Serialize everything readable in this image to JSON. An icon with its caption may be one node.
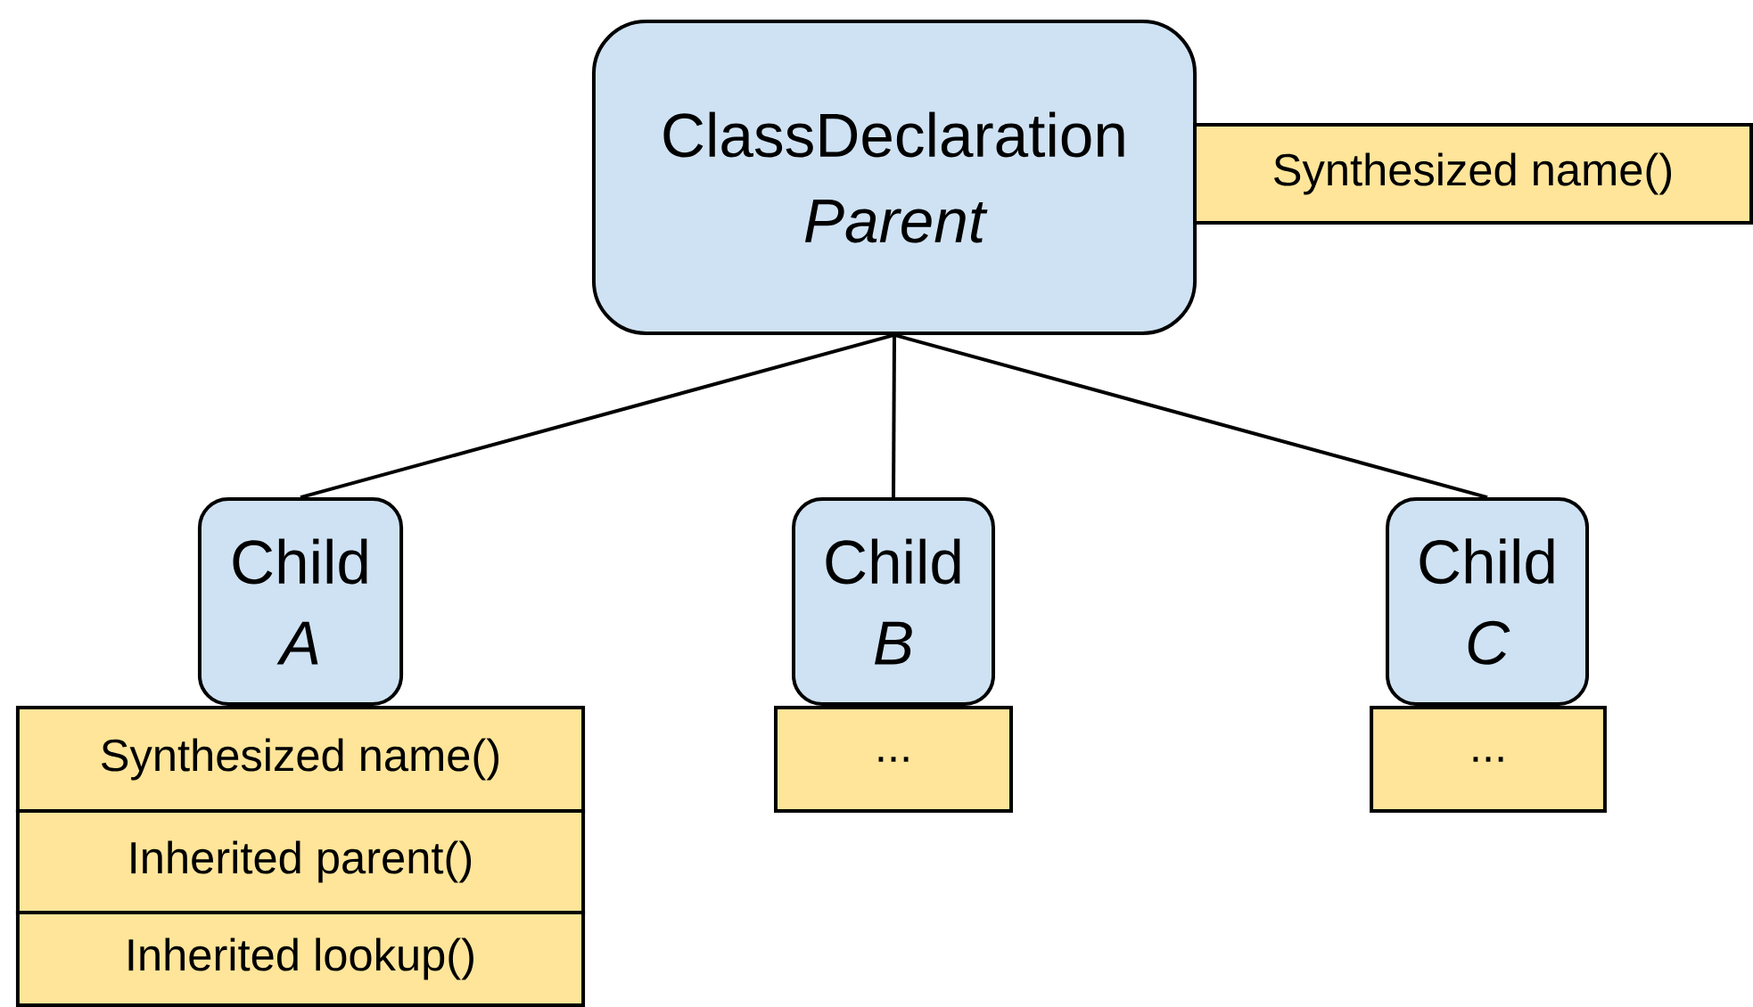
{
  "diagram": {
    "nodes": [
      {
        "text": [
          "ClassDeclaration",
          "Parent"
        ]
      },
      {
        "text": [
          "Synthesized name()"
        ]
      },
      {
        "text": [
          "Child",
          "A"
        ]
      },
      {
        "text": [
          "Child",
          "B"
        ]
      },
      {
        "text": [
          "Child",
          "C"
        ]
      },
      {
        "text": [
          "Synthesized name()"
        ]
      },
      {
        "text": [
          "Inherited parent()"
        ]
      },
      {
        "text": [
          "Inherited lookup()"
        ]
      },
      {
        "text": [
          "..."
        ]
      },
      {
        "text": [
          "..."
        ]
      }
    ],
    "edges": [
      {
        "from": 0,
        "to": 2,
        "arrow": "none"
      },
      {
        "from": 0,
        "to": 3,
        "arrow": "none"
      },
      {
        "from": 0,
        "to": 4,
        "arrow": "none"
      }
    ]
  }
}
